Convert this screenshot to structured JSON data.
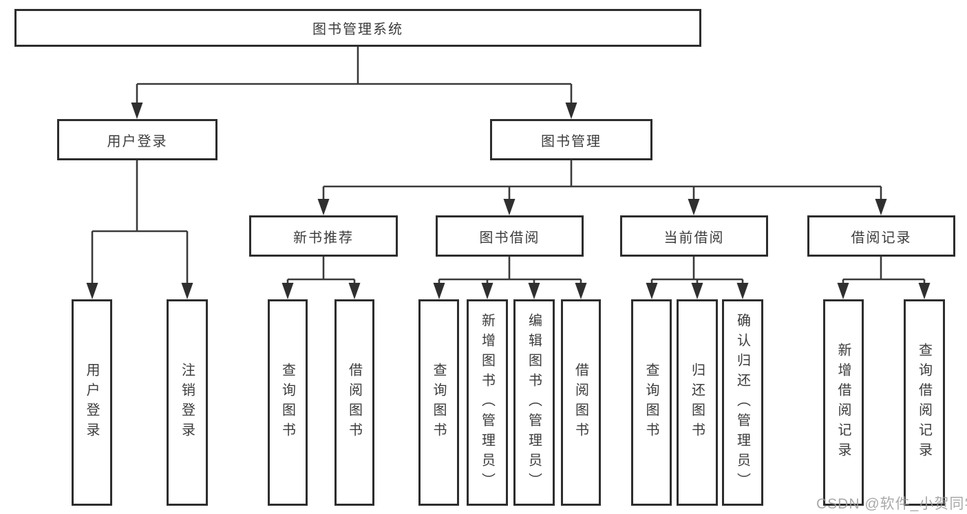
{
  "tree": {
    "root": {
      "label": "图书管理系统"
    },
    "branches": [
      {
        "label": "用户登录",
        "children": [
          {
            "label": "用户登录"
          },
          {
            "label": "注销登录"
          }
        ]
      },
      {
        "label": "图书管理",
        "children": [
          {
            "label": "新书推荐",
            "children": [
              {
                "label": "查询图书"
              },
              {
                "label": "借阅图书"
              }
            ]
          },
          {
            "label": "图书借阅",
            "children": [
              {
                "label": "查询图书"
              },
              {
                "label": "新增图书（管理员）"
              },
              {
                "label": "编辑图书（管理员）"
              },
              {
                "label": "借阅图书"
              }
            ]
          },
          {
            "label": "当前借阅",
            "children": [
              {
                "label": "查询图书"
              },
              {
                "label": "归还图书"
              },
              {
                "label": "确认归还（管理员）"
              }
            ]
          },
          {
            "label": "借阅记录",
            "children": [
              {
                "label": "新增借阅记录"
              },
              {
                "label": "查询借阅记录"
              }
            ]
          }
        ]
      }
    ]
  },
  "watermark": {
    "text": "CSDN @软件_小贺同学"
  },
  "colors": {
    "line": "#3a3a3a",
    "arrow_fill": "#2f2f2f",
    "box_border": "#2d2d2d",
    "text": "#3c3c3c",
    "watermark": "#9b9b9b",
    "background": "#ffffff"
  }
}
